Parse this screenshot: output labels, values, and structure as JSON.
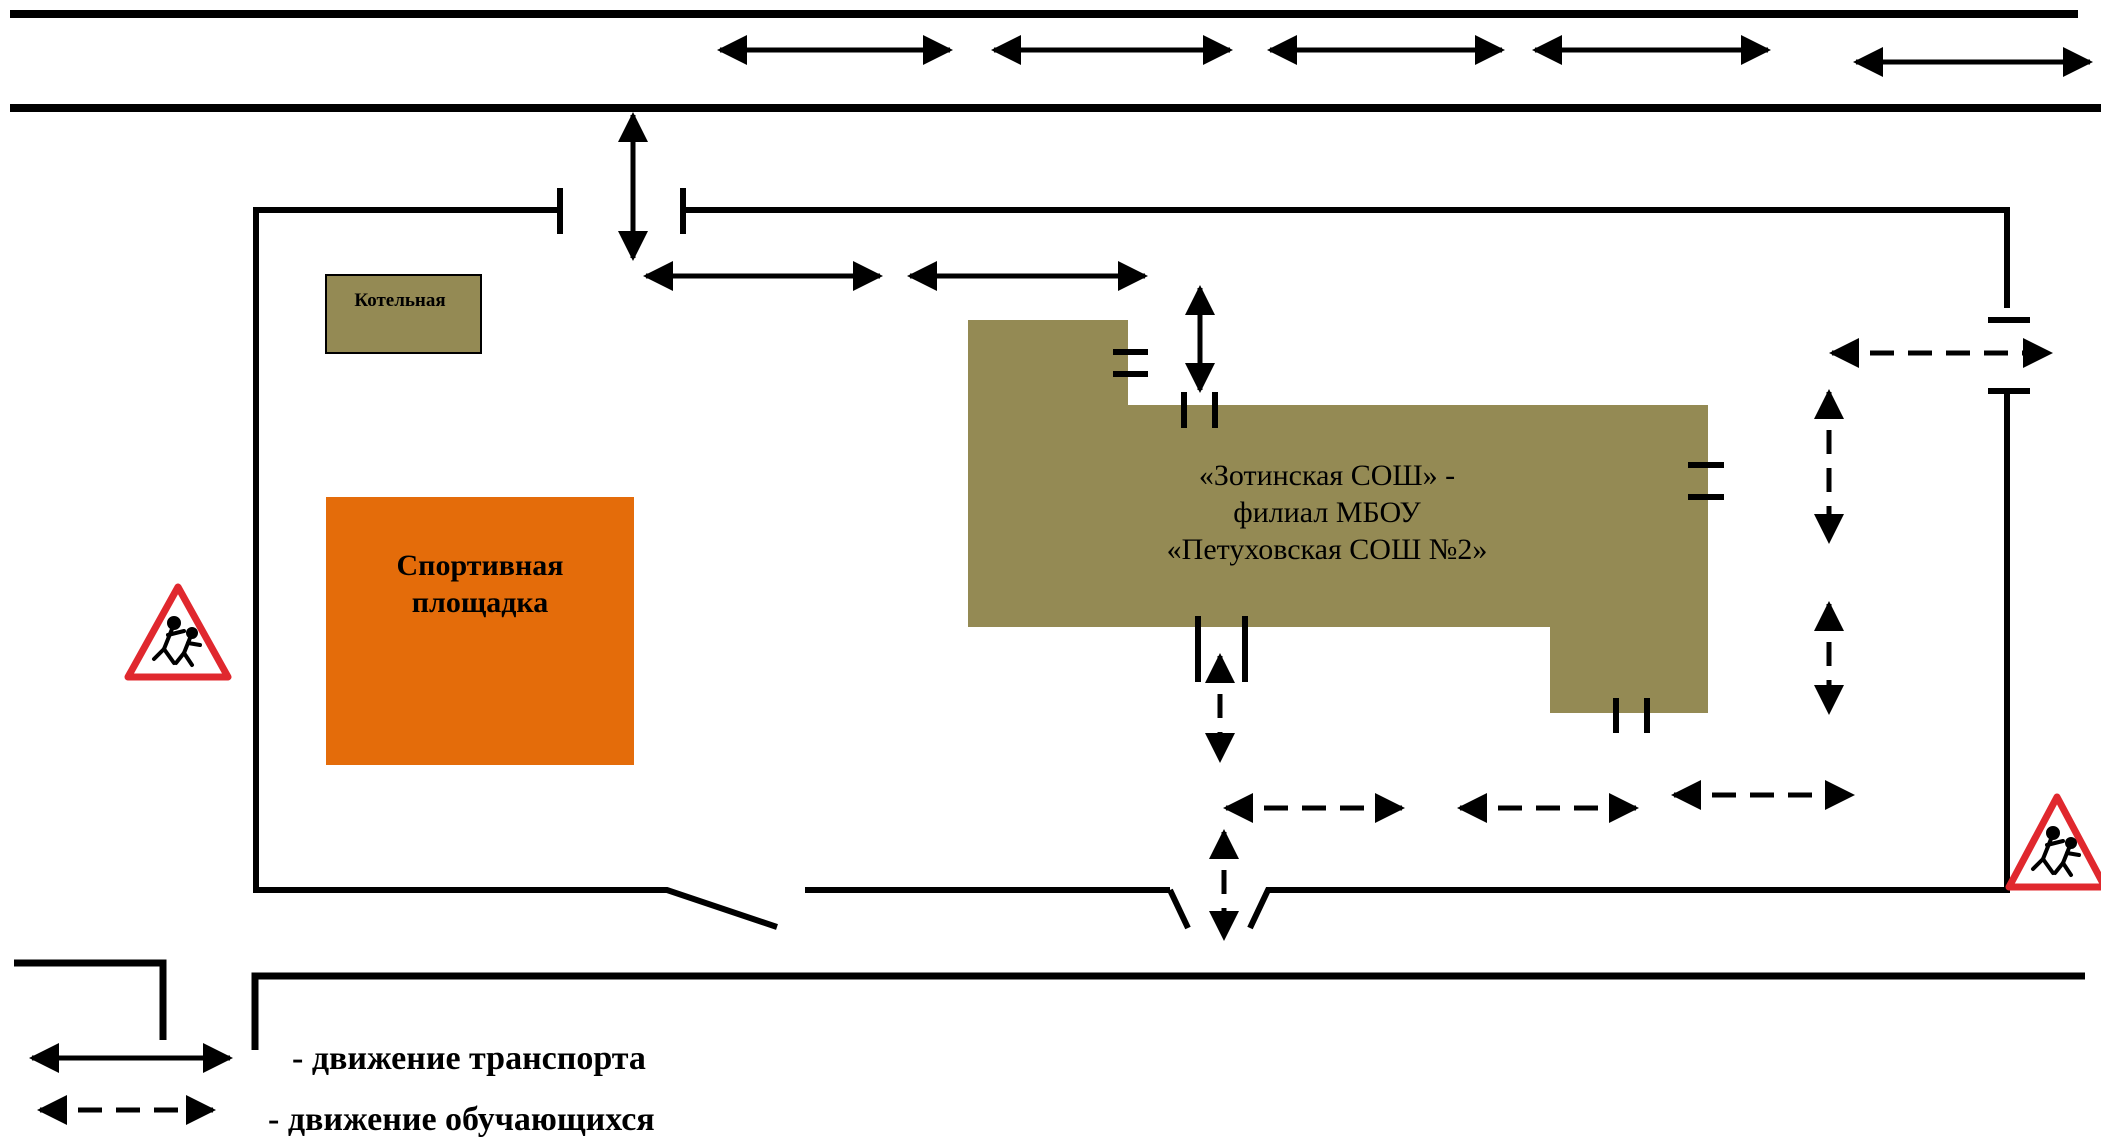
{
  "buildings": {
    "school_line1": "«Зотинская СОШ» -",
    "school_line2": "филиал МБОУ",
    "school_line3": "«Петуховская СОШ №2»",
    "boiler": "Котельная",
    "sport_line1": "Спортивная",
    "sport_line2": "площадка"
  },
  "legend": {
    "transport": "- движение транспорта",
    "students": "- движение обучающихся"
  },
  "colors": {
    "building": "#948a54",
    "sport": "#e46c0a",
    "line": "#000000",
    "sign_border": "#e0282e"
  },
  "icons": {
    "sign": "children-warning-sign-icon"
  }
}
